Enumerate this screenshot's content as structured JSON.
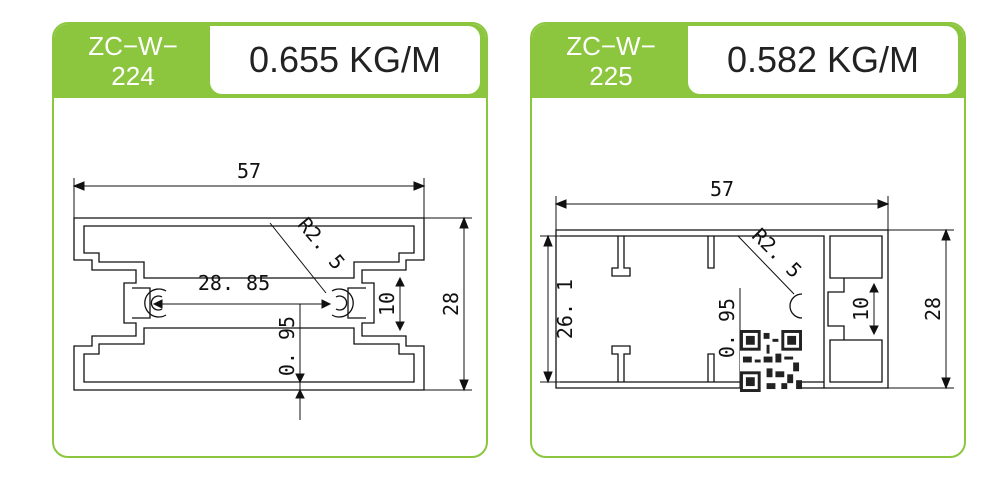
{
  "colors": {
    "accent": "#8cc63f",
    "line": "#111111"
  },
  "profiles": [
    {
      "code_line1": "ZC−W−",
      "code_line2": "224",
      "weight": "0.655 KG/M",
      "dims": {
        "width": "57",
        "height": "28",
        "slot": "10",
        "radius": "R2. 5",
        "center": "28. 85",
        "wall": "0. 95"
      }
    },
    {
      "code_line1": "ZC−W−",
      "code_line2": "225",
      "weight": "0.582 KG/M",
      "dims": {
        "width": "57",
        "height": "28",
        "inner_height": "26. 1",
        "slot": "10",
        "radius": "R2. 5",
        "wall": "0. 95"
      }
    }
  ]
}
